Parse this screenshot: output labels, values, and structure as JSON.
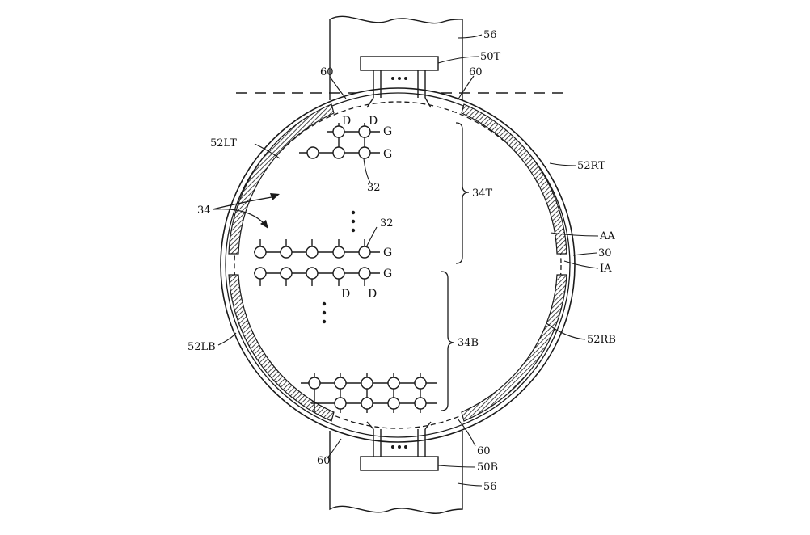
{
  "labels": {
    "strap": "56",
    "driver_top": "50T",
    "driver_bottom": "50B",
    "border": "60",
    "gate_left_top": "52LT",
    "gate_right_top": "52RT",
    "gate_left_bottom": "52LB",
    "gate_right_bottom": "52RB",
    "active_area": "AA",
    "display": "30",
    "inactive_area": "IA",
    "rows": "34",
    "rows_top": "34T",
    "rows_bottom": "34B",
    "pixel": "32",
    "data_line": "D",
    "gate_line": "G"
  },
  "colors": {
    "ink": "#1a1a1a",
    "hatch": "#1a1a1a",
    "background": "#ffffff"
  }
}
